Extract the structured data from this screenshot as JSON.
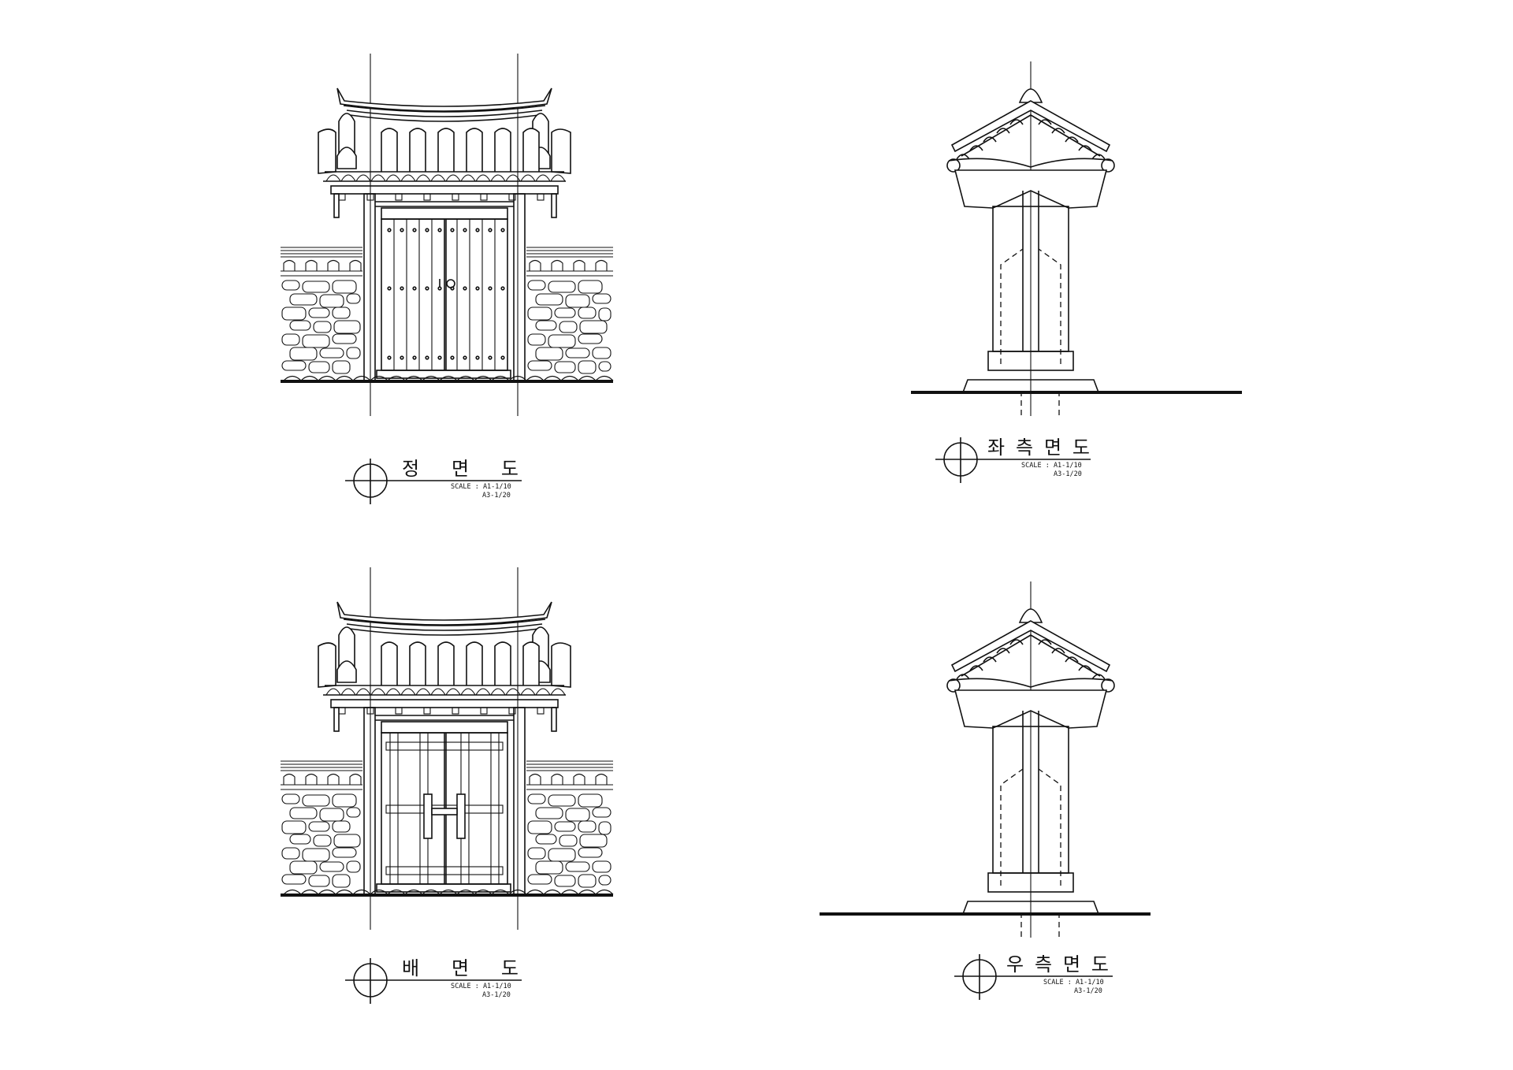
{
  "views": [
    {
      "id": "front",
      "title": "정 면 도",
      "scale_line1": "SCALE : A1-1/10",
      "scale_line2": "A3-1/20"
    },
    {
      "id": "left",
      "title": "좌 측 면 도",
      "scale_line1": "SCALE : A1-1/10",
      "scale_line2": "A3-1/20"
    },
    {
      "id": "rear",
      "title": "배 면 도",
      "scale_line1": "SCALE : A1-1/10",
      "scale_line2": "A3-1/20"
    },
    {
      "id": "right",
      "title": "우 측 면 도",
      "scale_line1": "SCALE : A1-1/10",
      "scale_line2": "A3-1/20"
    }
  ],
  "colors": {
    "line": "#111111",
    "paper": "#ffffff"
  }
}
